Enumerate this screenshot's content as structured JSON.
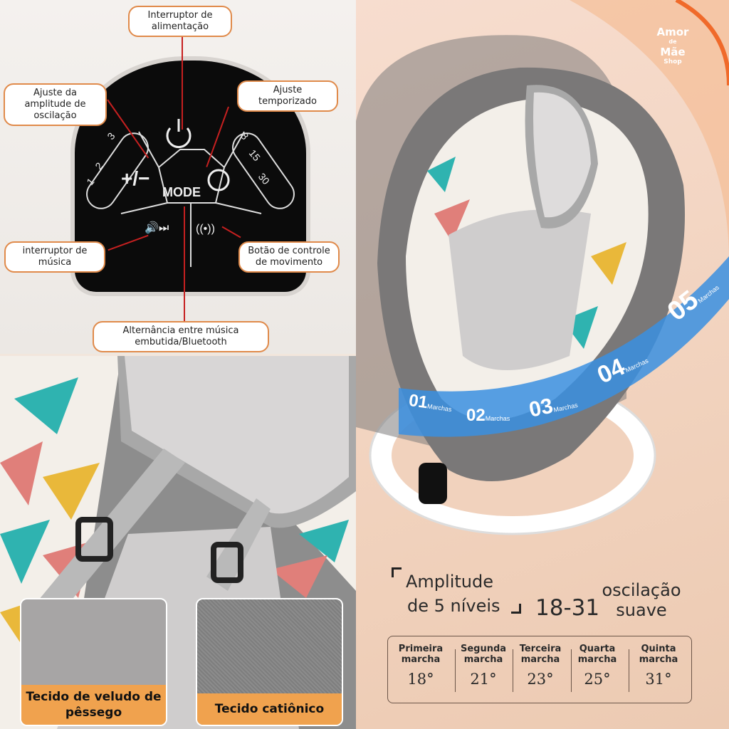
{
  "logo": {
    "line1": "Amor",
    "line2": "de",
    "line3": "Mãe",
    "line4": "Shop"
  },
  "control_panel": {
    "labels": {
      "power": "Interruptor de alimentação",
      "amplitude": "Ajuste da amplitude de oscilação",
      "timer": "Ajuste temporizado",
      "music": "interruptor de música",
      "motion": "Botão de controle de movimento",
      "mode_switch": "Alternância entre música embutida/Bluetooth"
    },
    "buttons": {
      "mode": "MODE",
      "plus_minus": "+/−"
    },
    "amplitude_levels": [
      "1",
      "2",
      "3"
    ],
    "timer_values": [
      "8",
      "15",
      "30"
    ]
  },
  "fabrics": [
    {
      "label": "Tecido de veludo de pêssego"
    },
    {
      "label": "Tecido catiônico"
    }
  ],
  "gears": [
    {
      "num": "01",
      "unit": "Marchas"
    },
    {
      "num": "02",
      "unit": "Marchas"
    },
    {
      "num": "03",
      "unit": "Marchas"
    },
    {
      "num": "04",
      "unit": "Marchas"
    },
    {
      "num": "05",
      "unit": "Marchas"
    }
  ],
  "headline": {
    "line1": "Amplitude",
    "line2": "de 5 níveis",
    "range": "18-31",
    "sub1": "oscilação",
    "sub2": "suave"
  },
  "table": [
    {
      "name": "Primeira marcha",
      "deg": "18°"
    },
    {
      "name": "Segunda marcha",
      "deg": "21°"
    },
    {
      "name": "Terceira marcha",
      "deg": "23°"
    },
    {
      "name": "Quarta marcha",
      "deg": "25°"
    },
    {
      "name": "Quinta marcha",
      "deg": "31°"
    }
  ],
  "colors": {
    "accent": "#f0a24e",
    "label_border": "#e08a4a",
    "line": "#c62020",
    "band": "#3a8fe0"
  }
}
